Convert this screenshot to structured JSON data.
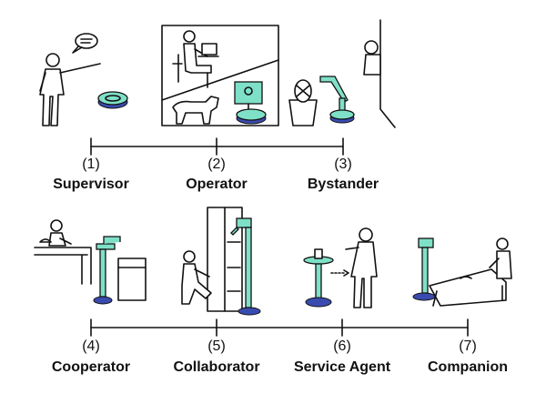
{
  "roles": [
    {
      "num": "(1)",
      "name": "Supervisor"
    },
    {
      "num": "(2)",
      "name": "Operator"
    },
    {
      "num": "(3)",
      "name": "Bystander"
    },
    {
      "num": "(4)",
      "name": "Cooperator"
    },
    {
      "num": "(5)",
      "name": "Collaborator"
    },
    {
      "num": "(6)",
      "name": "Service Agent"
    },
    {
      "num": "(7)",
      "name": "Companion"
    }
  ],
  "colors": {
    "robot_teal": "#7fe0c8",
    "robot_base": "#3a4bb0",
    "ink": "#111111"
  }
}
